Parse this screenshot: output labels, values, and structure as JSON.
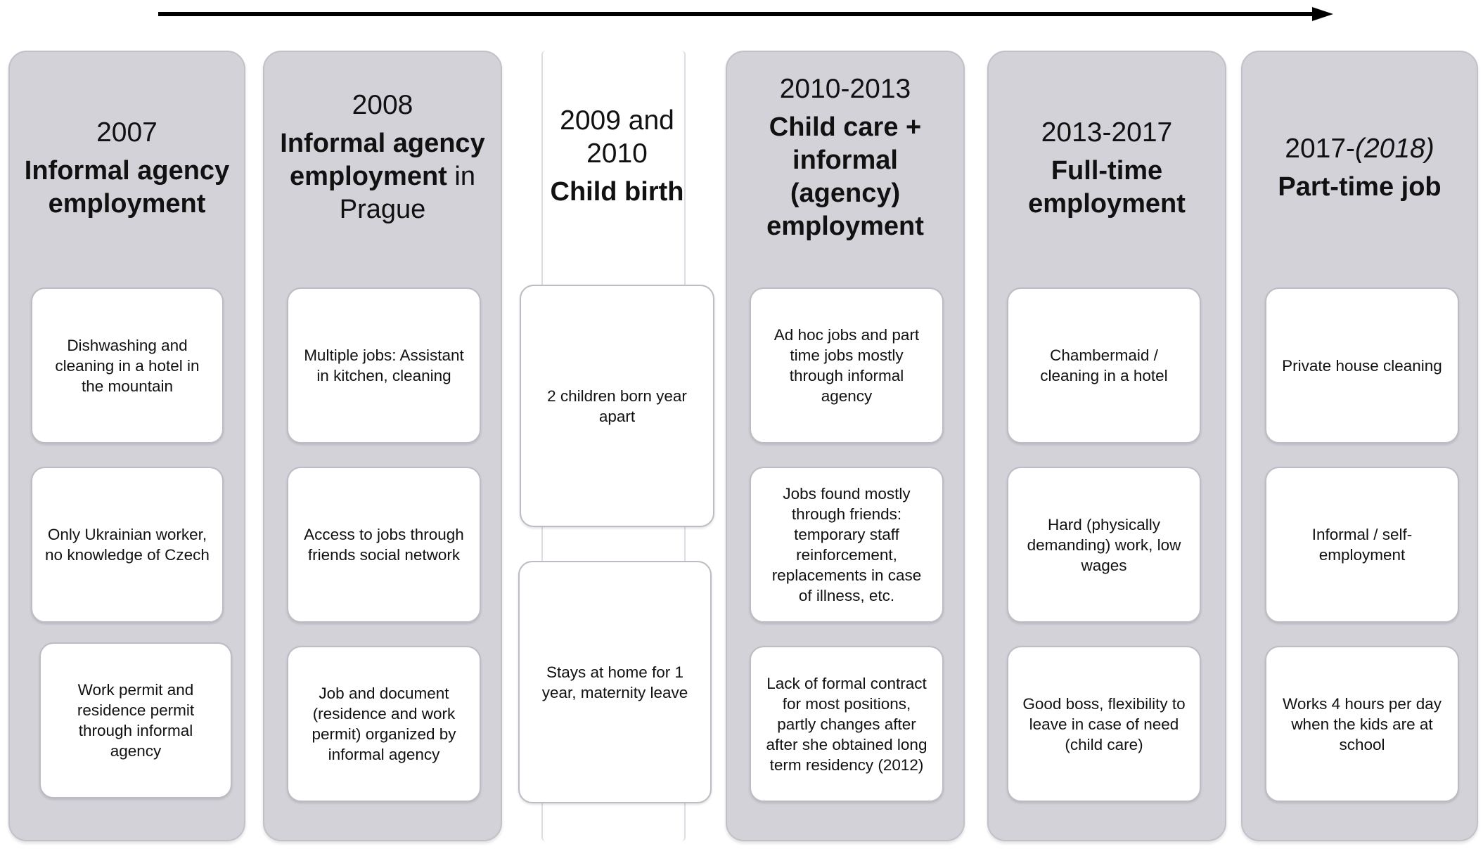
{
  "timeline": {
    "columns": [
      {
        "year": "2007",
        "title": "Informal agency employment",
        "title_suffix": "",
        "cards": [
          "Dishwashing and cleaning in a hotel in the mountain",
          "Only Ukrainian worker, no knowledge of Czech",
          "Work permit and residence permit through informal agency"
        ]
      },
      {
        "year": "2008",
        "title": "Informal agency employment",
        "title_suffix": "in Prague",
        "cards": [
          "Multiple jobs: Assistant in kitchen, cleaning",
          "Access to jobs through friends social network",
          "Job and document (residence and work permit) organized by informal agency"
        ]
      },
      {
        "year": "2009 and 2010",
        "title": "Child birth",
        "title_suffix": "",
        "cards": [
          "2 children born year apart",
          "Stays at home for 1 year, maternity leave"
        ]
      },
      {
        "year": "2010-2013",
        "title": "Child care + informal (agency) employment",
        "title_suffix": "",
        "cards": [
          "Ad hoc jobs and part time jobs mostly through informal agency",
          "Jobs found mostly through friends: temporary staff reinforcement, replacements in case of illness, etc.",
          "Lack of formal contract for most positions, partly changes after after she obtained long term residency (2012)"
        ]
      },
      {
        "year": "2013-2017",
        "title": "Full-time employment",
        "title_suffix": "",
        "cards": [
          "Chambermaid / cleaning in a hotel",
          "Hard (physically demanding) work, low wages",
          "Good boss, flexibility to leave in case of need (child care)"
        ]
      },
      {
        "year": "2017-",
        "year_italic": "(2018)",
        "title": "Part-time job",
        "title_suffix": "",
        "cards": [
          "Private house cleaning",
          "Informal / self-employment",
          "Works 4 hours per day when the kids are at school"
        ]
      }
    ]
  }
}
